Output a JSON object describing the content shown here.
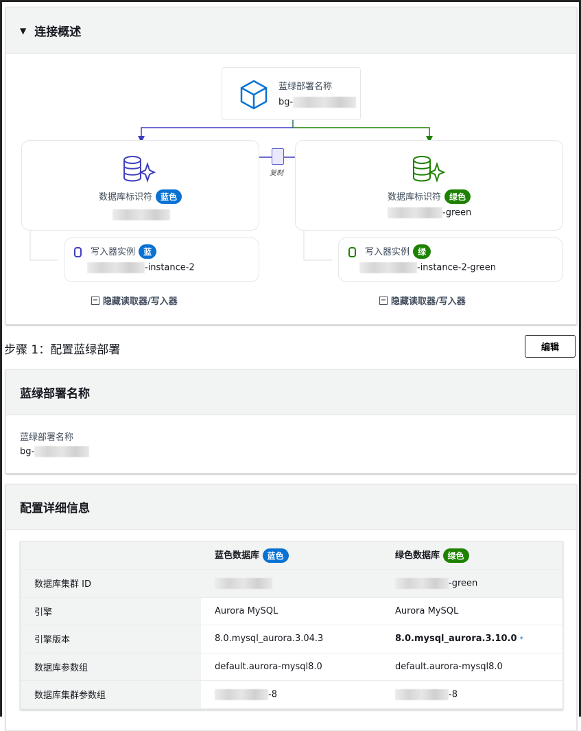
{
  "overview": {
    "title": "连接概述",
    "deployment_card": {
      "label": "蓝绿部署名称",
      "value_prefix": "bg-"
    },
    "replication_label": "复制",
    "blue_db": {
      "label": "数据库标识符",
      "badge": "蓝色"
    },
    "green_db": {
      "label": "数据库标识符",
      "badge": "绿色",
      "value_suffix": "-green"
    },
    "blue_writer": {
      "label": "写入器实例",
      "badge": "蓝",
      "value_suffix": "-instance-2"
    },
    "green_writer": {
      "label": "写入器实例",
      "badge": "绿",
      "value_suffix": "-instance-2-green"
    },
    "hide_toggle": "隐藏读取器/写入器"
  },
  "step": {
    "title": "步骤 1：配置蓝绿部署",
    "edit": "编辑"
  },
  "name_panel": {
    "title": "蓝绿部署名称",
    "label": "蓝绿部署名称",
    "value_prefix": "bg-"
  },
  "config_panel": {
    "title": "配置详细信息",
    "columns": {
      "blue": "蓝色数据库",
      "blue_badge": "蓝色",
      "green": "绿色数据库",
      "green_badge": "绿色"
    },
    "rows": [
      {
        "key": "数据库集群 ID",
        "blue": "",
        "green": "-green"
      },
      {
        "key": "引擎",
        "blue": "Aurora MySQL",
        "green": "Aurora MySQL"
      },
      {
        "key": "引擎版本",
        "blue": "8.0.mysql_aurora.3.04.3",
        "green": "8.0.mysql_aurora.3.10.0",
        "green_mark": "*"
      },
      {
        "key": "数据库参数组",
        "blue": "default.aurora-mysql8.0",
        "green": "default.aurora-mysql8.0"
      },
      {
        "key": "数据库集群参数组",
        "blue": "-8",
        "green": "-8"
      }
    ]
  },
  "colors": {
    "blue": "#0972d3",
    "green": "#1d8102",
    "arrow_blue": "#3f3fbf"
  }
}
